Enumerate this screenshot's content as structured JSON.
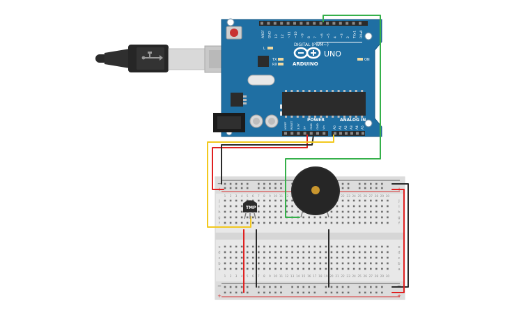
{
  "arduino": {
    "brand": "ARDUINO",
    "model": "UNO",
    "digital_header": "DIGITAL (PWM~)",
    "power_header": "POWER",
    "analog_header": "ANALOG IN",
    "led_l": "L",
    "led_tx": "TX",
    "led_rx": "RX",
    "led_on": "ON",
    "digital_pins": [
      "AREF",
      "GND",
      "13",
      "12",
      "~11",
      "~10",
      "~9",
      "8",
      "7",
      "~6",
      "~5",
      "4",
      "~3",
      "2",
      "TX▸1",
      "RX◂0"
    ],
    "power_pins": [
      "IOREF",
      "RESET",
      "3.3V",
      "5V",
      "GND",
      "GND",
      "Vin"
    ],
    "analog_pins": [
      "A0",
      "A1",
      "A2",
      "A3",
      "A4",
      "A5"
    ]
  },
  "sensor": {
    "label": "TMP"
  },
  "breadboard": {
    "rail_minus": "−",
    "rail_plus": "+",
    "rows_top": [
      "j",
      "i",
      "h",
      "g",
      "f"
    ],
    "rows_bottom": [
      "e",
      "d",
      "c",
      "b",
      "a"
    ],
    "column_numbers": [
      "1",
      "2",
      "3",
      "4",
      "5",
      "6",
      "7",
      "8",
      "9",
      "10",
      "11",
      "12",
      "13",
      "14",
      "15",
      "16",
      "17",
      "18",
      "19",
      "20",
      "21",
      "22",
      "23",
      "24",
      "25",
      "26",
      "27",
      "28",
      "29",
      "30"
    ]
  },
  "colors": {
    "board": "#1f6fa3",
    "wire_red": "#e02020",
    "wire_black": "#2a2a2a",
    "wire_yellow": "#f2c81e",
    "wire_green": "#35b04a",
    "breadboard": "#e8e8e8",
    "buzzer": "#2b2b2b"
  }
}
